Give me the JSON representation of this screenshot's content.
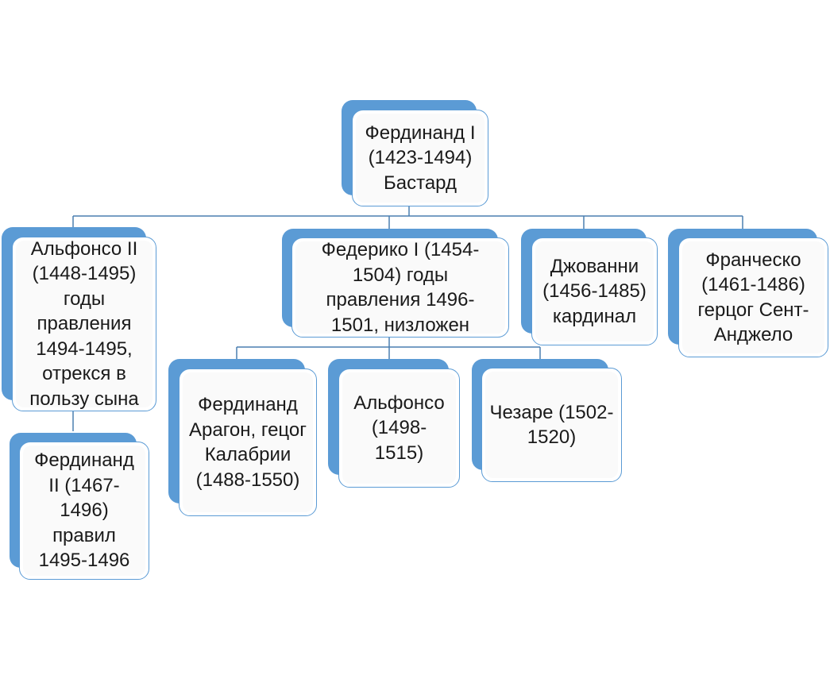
{
  "diagram": {
    "nodes": {
      "ferdinand_i": "Фердинанд I (1423-1494) Бастард",
      "alfonso_ii": "Альфонсо II (1448-1495) годы правления 1494-1495, отрекся в пользу сына",
      "federico_i": "Федерико I (1454-1504) годы правления 1496-1501, низложен",
      "giovanni": "Джованни (1456-1485) кардинал",
      "francesco": "Франческо (1461-1486) герцог Сент-Анджело",
      "ferdinand_ii": "Фердинанд II (1467-1496) правил 1495-1496",
      "ferdinand_aragon": "Фердинанд Арагон, гецог Калабрии (1488-1550)",
      "alfonso": "Альфонсо (1498-1515)",
      "cesare": "Чезаре (1502-1520)"
    },
    "colors": {
      "accent": "#5b9bd5",
      "connector": "#4a7fb0",
      "card": "#ffffff",
      "text": "#1a1a1a"
    }
  }
}
